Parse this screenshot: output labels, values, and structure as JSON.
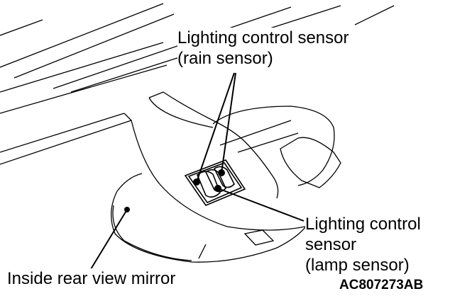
{
  "labels": {
    "rain_sensor_line1": "Lighting control sensor",
    "rain_sensor_line2": "(rain sensor)",
    "lamp_sensor_line1": "Lighting control",
    "lamp_sensor_line2": "sensor",
    "lamp_sensor_line3": "(lamp sensor)",
    "mirror": "Inside rear view mirror"
  },
  "figure_code": "AC807273AB"
}
